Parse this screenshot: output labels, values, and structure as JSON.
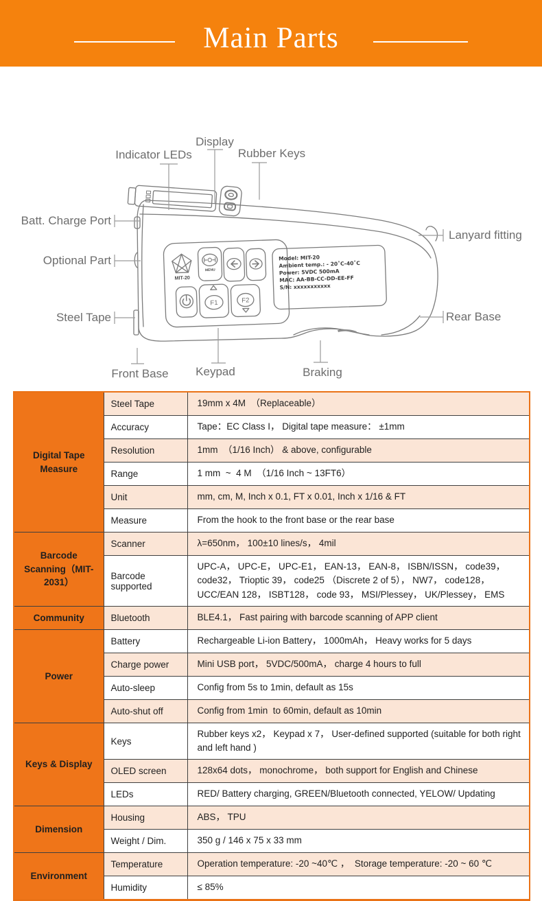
{
  "header": {
    "title": "Main Parts"
  },
  "colors": {
    "header_orange": "#f5820d",
    "table_orange": "#ef7519",
    "row_peach": "#fbe5d6",
    "grid_line": "#3f3f3f",
    "diagram_gray": "#6d6d6d"
  },
  "diagram": {
    "labels": {
      "display": "Display",
      "indicator_leds": "Indicator LEDs",
      "rubber_keys": "Rubber Keys",
      "batt_charge_port": "Batt. Charge Port",
      "optional_part": "Optional Part",
      "steel_tape": "Steel Tape",
      "lanyard_fitting": "Lanyard fitting",
      "rear_base": "Rear Base",
      "front_base": "Front Base",
      "keypad": "Keypad",
      "braking": "Braking"
    },
    "device": {
      "logo": "MIT-20",
      "menu_key": "MENU",
      "f1_key": "F1",
      "f2_key": "F2",
      "info": {
        "line1": "Model: MIT-20",
        "line2": "Ambient temp.: - 20˚C-40˚C",
        "line3": "Power: 5VDC 500mA",
        "line4": "MAC: AA-BB-CC-DD-EE-FF",
        "line5": "S/N: xxxxxxxxxxx"
      }
    }
  },
  "table": {
    "sections": [
      {
        "category": "Digital Tape Measure",
        "rows": [
          {
            "param": "Steel Tape",
            "value": "19mm x 4M  （Replaceable）"
          },
          {
            "param": "Accuracy",
            "value": "Tape：EC Class I， Digital tape measure： ±1mm"
          },
          {
            "param": "Resolution",
            "value": "1mm  （1/16 Inch） & above, configurable"
          },
          {
            "param": "Range",
            "value": "1 mm  ~  4 M  （1/16 Inch ~ 13FT6）"
          },
          {
            "param": "Unit",
            "value": "mm, cm, M, Inch x 0.1, FT x 0.01, Inch x 1/16 & FT"
          },
          {
            "param": "Measure",
            "value": "From the hook to the front base or the rear base"
          }
        ]
      },
      {
        "category": "Barcode Scanning（MIT-2031）",
        "rows": [
          {
            "param": "Scanner",
            "value": "λ=650nm， 100±10 lines/s， 4mil"
          },
          {
            "param": "Barcode supported",
            "value": "UPC-A， UPC-E， UPC-E1， EAN-13， EAN-8， ISBN/ISSN， code39， code32， Trioptic 39， code25 （Discrete 2 of 5）， NW7， code128， UCC/EAN 128， ISBT128， code 93， MSI/Plessey， UK/Plessey， EMS"
          }
        ]
      },
      {
        "category": "Community",
        "rows": [
          {
            "param": "Bluetooth",
            "value": "BLE4.1， Fast pairing with barcode scanning of APP client"
          }
        ]
      },
      {
        "category": "Power",
        "rows": [
          {
            "param": "Battery",
            "value": "Rechargeable Li-ion Battery， 1000mAh， Heavy works for 5 days"
          },
          {
            "param": "Charge power",
            "value": "Mini USB port， 5VDC/500mA， charge 4 hours to full"
          },
          {
            "param": "Auto-sleep",
            "value": "Config from 5s to 1min, default as 15s"
          },
          {
            "param": "Auto-shut off",
            "value": "Config from 1min  to 60min, default as 10min"
          }
        ]
      },
      {
        "category": "Keys & Display",
        "rows": [
          {
            "param": "Keys",
            "value": "Rubber keys x2， Keypad x 7， User-defined supported (suitable for both right and left hand )"
          },
          {
            "param": "OLED screen",
            "value": "128x64 dots， monochrome， both support for English and Chinese"
          },
          {
            "param": "LEDs",
            "value": "RED/ Battery charging, GREEN/Bluetooth connected, YELOW/ Updating"
          }
        ]
      },
      {
        "category": "Dimension",
        "rows": [
          {
            "param": "Housing",
            "value": "ABS， TPU"
          },
          {
            "param": "Weight / Dim.",
            "value": "350 g / 146 x 75 x 33 mm"
          }
        ]
      },
      {
        "category": "Environment",
        "rows": [
          {
            "param": "Temperature",
            "value": "Operation temperature: -20 ~40℃ ，  Storage temperature: -20 ~ 60 ℃"
          },
          {
            "param": "Humidity",
            "value": "≤ 85%"
          }
        ]
      }
    ]
  }
}
